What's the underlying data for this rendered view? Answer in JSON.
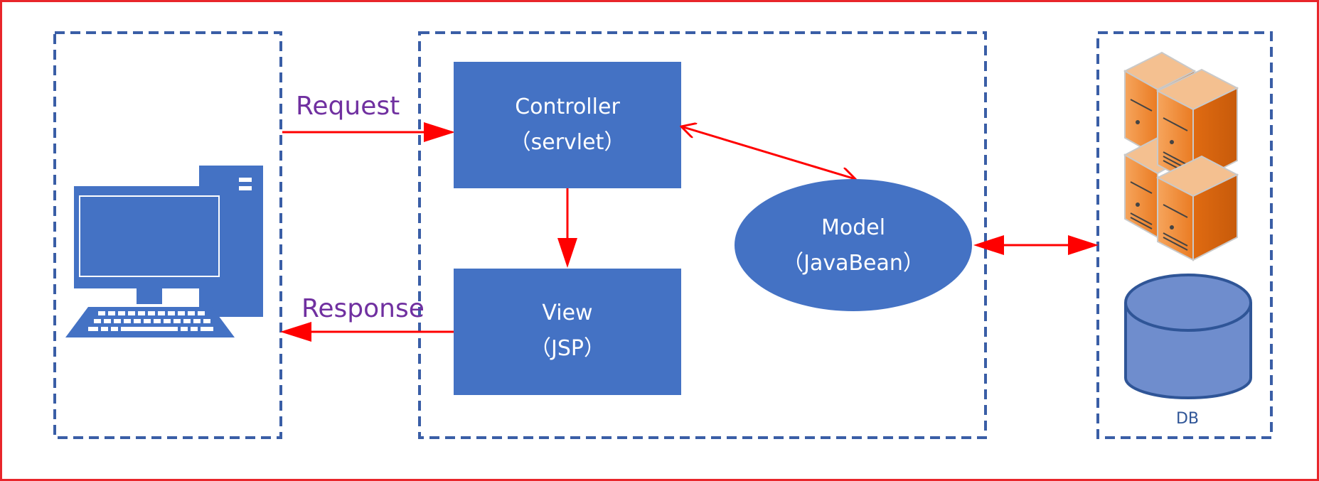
{
  "colors": {
    "border": "#e8262b",
    "dashed_box": "#3a5ea6",
    "block_fill": "#4472c4",
    "arrow": "#ff0000",
    "arrow_label": "#7030a0",
    "db_fill": "#6f8dcd",
    "db_stroke": "#2f5597",
    "server_orange": "#f08a2c"
  },
  "client": {
    "icon": "desktop-computer-icon"
  },
  "arrows": {
    "request_label": "Request",
    "response_label": "Response"
  },
  "controller": {
    "title": "Controller",
    "subtitle": "（servlet）"
  },
  "view": {
    "title": "View",
    "subtitle": "（JSP）"
  },
  "model": {
    "title": "Model",
    "subtitle": "（JavaBean）"
  },
  "data_tier": {
    "server_icon": "server-stack-icon",
    "db_icon": "database-cylinder-icon",
    "db_label": "DB"
  }
}
